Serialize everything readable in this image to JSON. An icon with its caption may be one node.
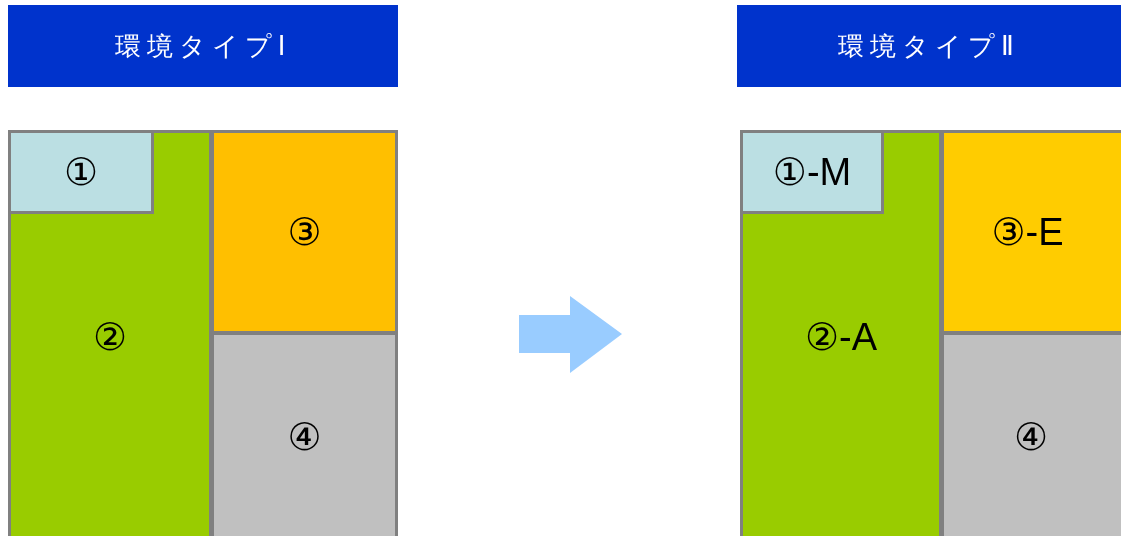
{
  "diagram": {
    "nodes": [
      {
        "text": [
          "環境タイプⅠ"
        ]
      },
      {
        "text": [
          "②"
        ]
      },
      {
        "text": [
          "①"
        ],
        "in": 1
      },
      {
        "text": [
          "③"
        ]
      },
      {
        "text": [
          "④"
        ]
      },
      {
        "text": [
          "環境タイプⅡ"
        ]
      },
      {
        "text": [
          "②-A"
        ]
      },
      {
        "text": [
          "①-M"
        ],
        "in": 6
      },
      {
        "text": [
          "③-E"
        ]
      },
      {
        "text": [
          "④"
        ]
      }
    ]
  }
}
